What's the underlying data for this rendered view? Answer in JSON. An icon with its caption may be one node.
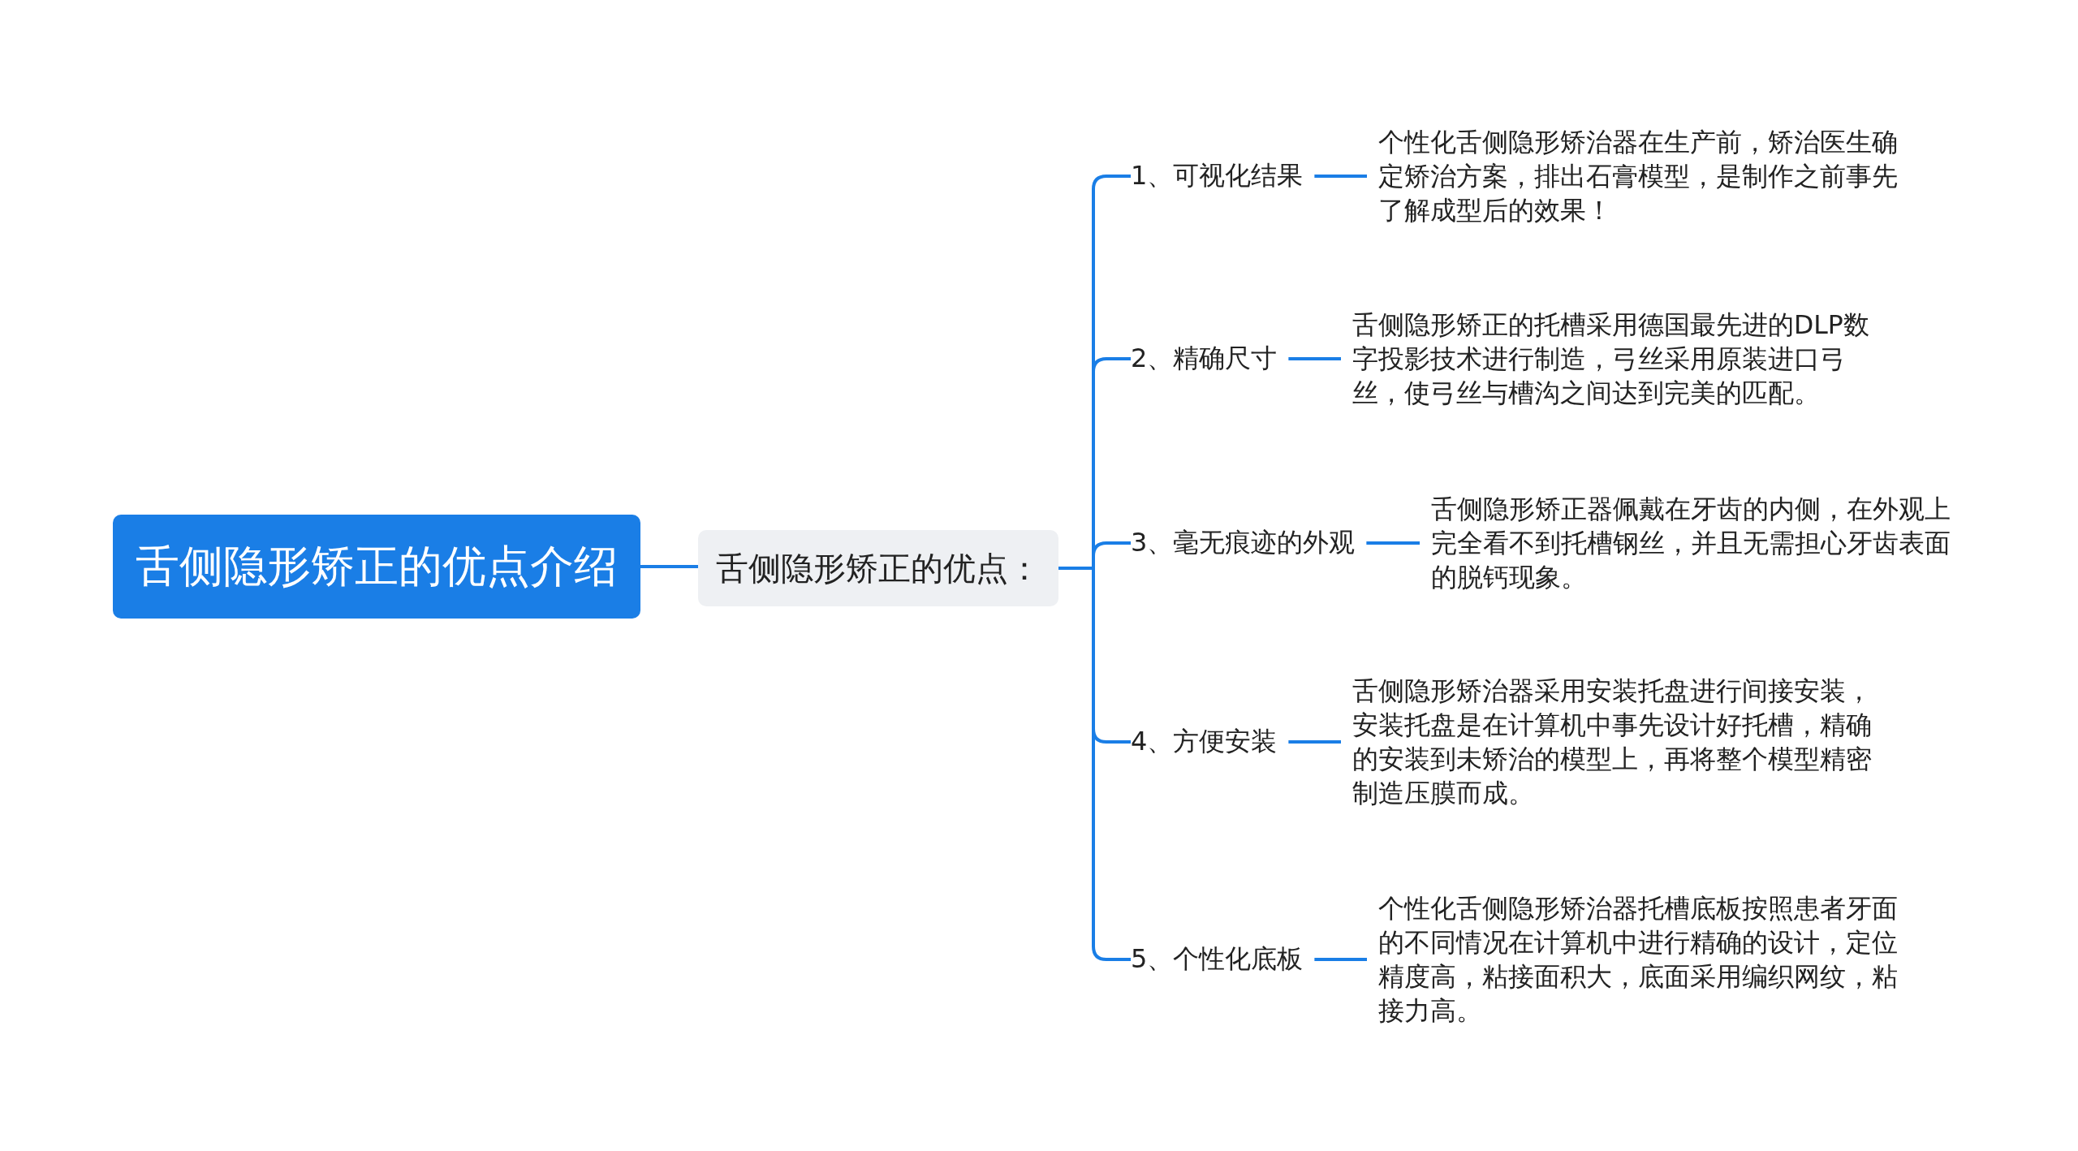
{
  "diagram": {
    "nodes": [
      {
        "text": [
          "舌侧隐形矫正的优点介绍"
        ]
      },
      {
        "text": [
          "舌侧隐形矫正的优点："
        ]
      },
      {
        "text": [
          "1、可视化结果"
        ]
      },
      {
        "text": [
          "2、精确尺寸"
        ]
      },
      {
        "text": [
          "3、毫无痕迹的外观"
        ]
      },
      {
        "text": [
          "4、方便安装"
        ]
      },
      {
        "text": [
          "5、个性化底板"
        ]
      },
      {
        "text": [
          "个性化舌侧隐形矫治器在生产前，矫治医生确定矫治方案，排出石膏模型，是制作之前事先了解成型后的效果！"
        ]
      },
      {
        "text": [
          "舌侧隐形矫正的托槽采用德国最先进的DLP数字投影技术进行制造，弓丝采用原装进口弓丝，使弓丝与槽沟之间达到完美的匹配。"
        ]
      },
      {
        "text": [
          "舌侧隐形矫正器佩戴在牙齿的内侧，在外观上完全看不到托槽钢丝，并且无需担心牙齿表面的脱钙现象。"
        ]
      },
      {
        "text": [
          "舌侧隐形矫治器采用安装托盘进行间接安装，安装托盘是在计算机中事先设计好托槽，精确的安装到未矫治的模型上，再将整个模型精密制造压膜而成。"
        ]
      },
      {
        "text": [
          "个性化舌侧隐形矫治器托槽底板按照患者牙面的不同情况在计算机中进行精确的设计，定位精度高，粘接面积大，底面采用编织网纹，粘接力高。"
        ]
      }
    ],
    "edges": [
      {
        "from": 0,
        "to": 1,
        "arrow": "none"
      },
      {
        "from": 1,
        "to": 2,
        "arrow": "none"
      },
      {
        "from": 1,
        "to": 3,
        "arrow": "none"
      },
      {
        "from": 1,
        "to": 4,
        "arrow": "none"
      },
      {
        "from": 1,
        "to": 5,
        "arrow": "none"
      },
      {
        "from": 1,
        "to": 6,
        "arrow": "none"
      },
      {
        "from": 2,
        "to": 7,
        "arrow": "none"
      },
      {
        "from": 3,
        "to": 8,
        "arrow": "none"
      },
      {
        "from": 4,
        "to": 9,
        "arrow": "none"
      },
      {
        "from": 5,
        "to": 10,
        "arrow": "none"
      },
      {
        "from": 6,
        "to": 11,
        "arrow": "none"
      }
    ]
  }
}
